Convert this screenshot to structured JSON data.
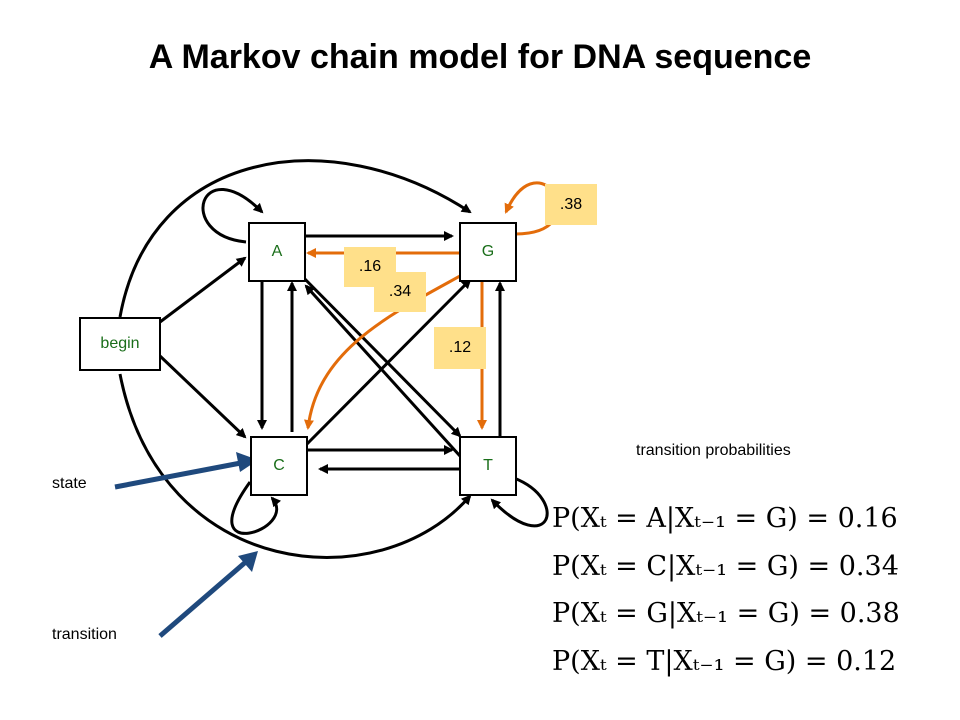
{
  "title": "A Markov chain model for DNA sequence",
  "nodes": {
    "begin": "begin",
    "a": "A",
    "g": "G",
    "c": "C",
    "t": "T"
  },
  "probabilities": {
    "g_to_g": ".38",
    "g_to_a": ".16",
    "g_to_c": ".34",
    "g_to_t": ".12"
  },
  "labels": {
    "state": "state",
    "transition": "transition",
    "transition_probabilities": "transition probabilities"
  },
  "equations": [
    "P(Xₜ = A|Xₜ₋₁ = G) = 0.16",
    "P(Xₜ = C|Xₜ₋₁ = G) = 0.34",
    "P(Xₜ = G|Xₜ₋₁ = G) = 0.38",
    "P(Xₜ = T|Xₜ₋₁ = G) = 0.12"
  ],
  "colors": {
    "highlight": "#ffe08a",
    "orange_arrow": "#e36c0a",
    "callout_arrow": "#1f497d",
    "node_text": "#1a6e1a"
  }
}
